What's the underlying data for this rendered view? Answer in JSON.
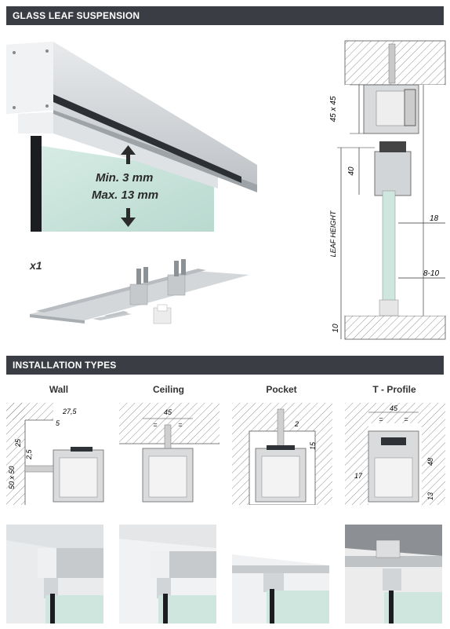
{
  "section1": {
    "title": "GLASS LEAF SUSPENSION"
  },
  "hero": {
    "min_label": "Min. 3 mm",
    "max_label": "Max. 13 mm"
  },
  "kit": {
    "qty_label": "x1"
  },
  "section_diagram": {
    "dim_45x45": "45 x 45",
    "dim_40": "40",
    "leaf_height": "LEAF HEIGHT",
    "dim_18": "18",
    "dim_8_10": "8-10",
    "dim_10": "10"
  },
  "section2": {
    "title": "INSTALLATION TYPES"
  },
  "types": [
    {
      "label": "Wall",
      "dims": {
        "a": "27,5",
        "b": "5",
        "c": "25",
        "d": "2,5",
        "e": "50 x 50"
      }
    },
    {
      "label": "Ceiling",
      "dims": {
        "a": "45",
        "eq1": "=",
        "eq2": "="
      }
    },
    {
      "label": "Pocket",
      "dims": {
        "a": "2",
        "b": "15"
      }
    },
    {
      "label": "T - Profile",
      "dims": {
        "a": "45",
        "eq1": "=",
        "eq2": "=",
        "b": "48",
        "c": "17",
        "d": "13"
      }
    }
  ],
  "colors": {
    "header_bg": "#3a3d44",
    "aluminium": "#c9cccf",
    "glass": "#cfe6de",
    "dark": "#1b1d20"
  }
}
